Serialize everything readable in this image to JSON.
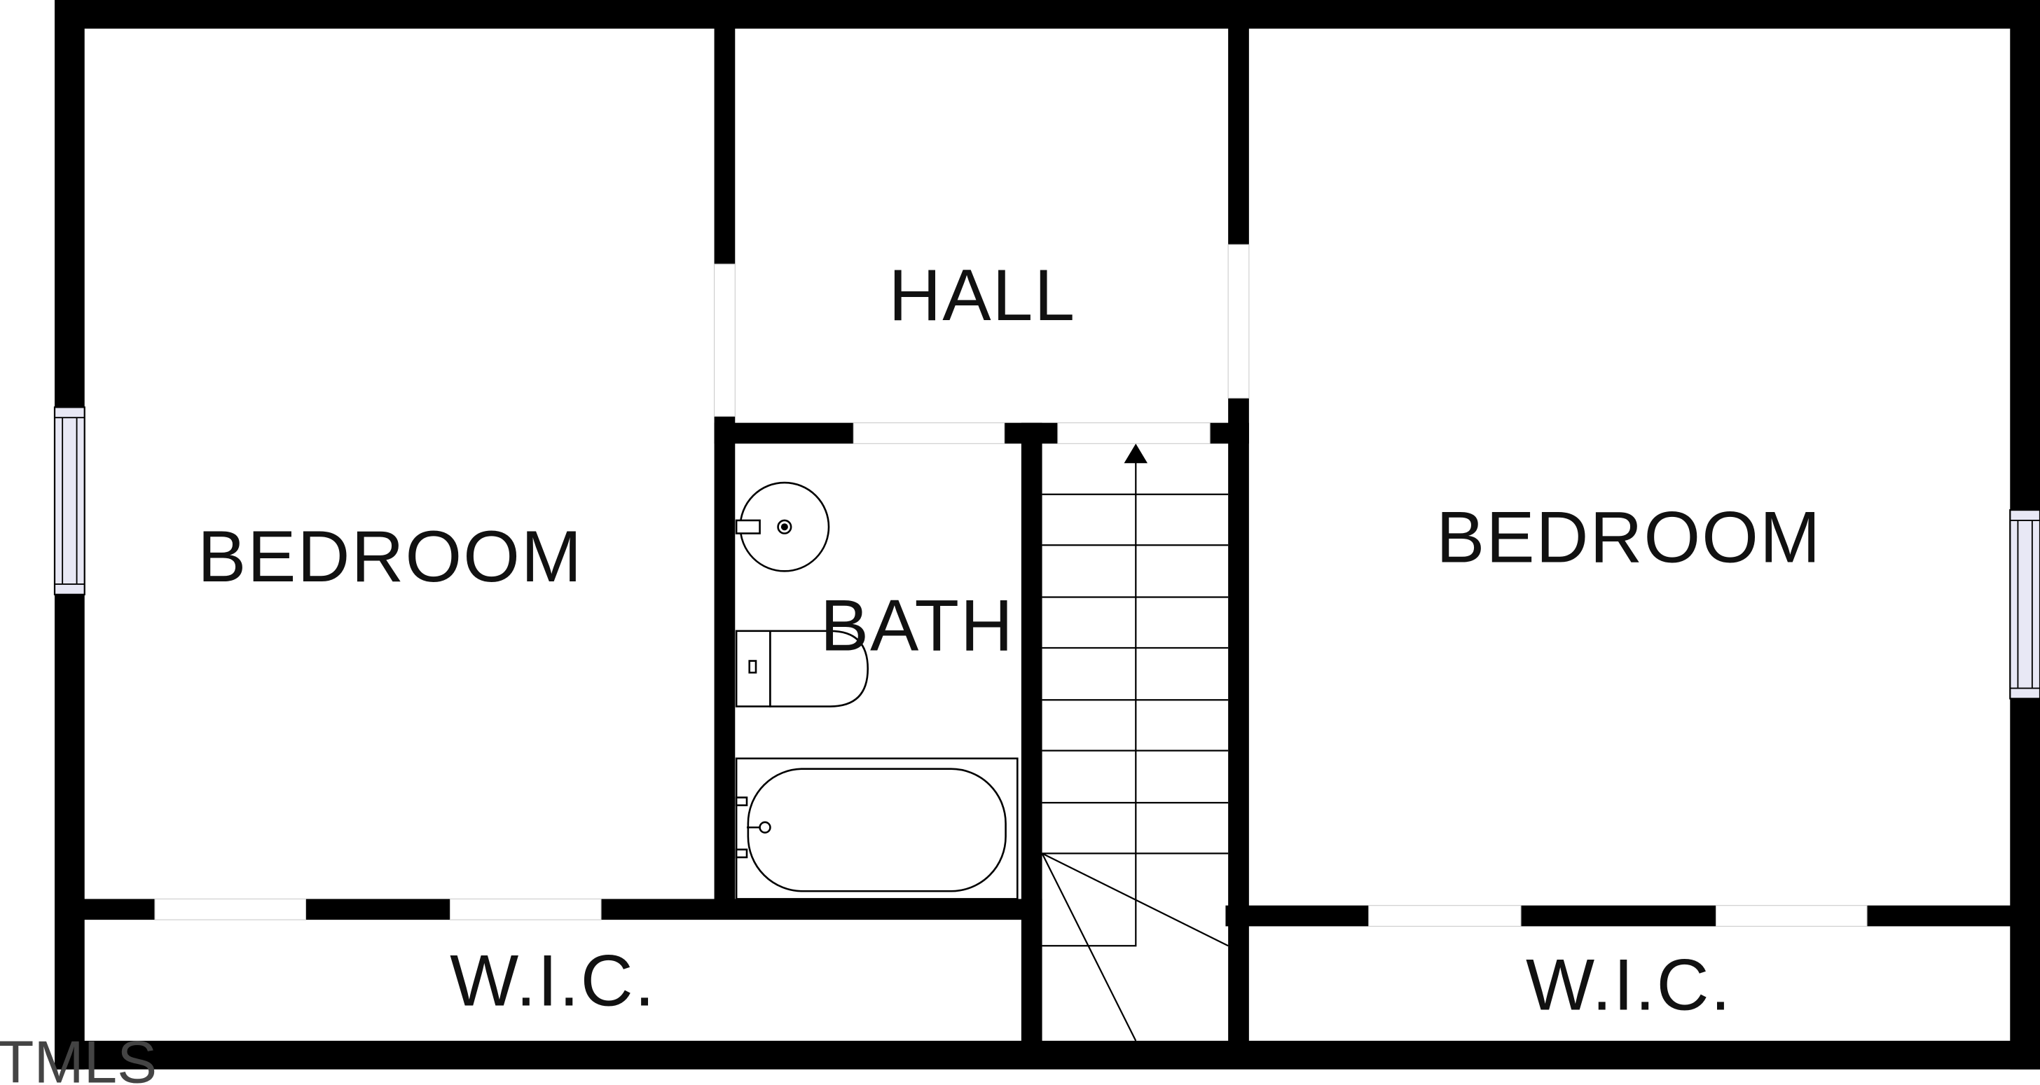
{
  "floor_plan": {
    "rooms": [
      {
        "id": "bedroom-left",
        "label": "BEDROOM"
      },
      {
        "id": "hall",
        "label": "HALL"
      },
      {
        "id": "bath",
        "label": "BATH"
      },
      {
        "id": "bedroom-right",
        "label": "BEDROOM"
      },
      {
        "id": "wic-left",
        "label": "W.I.C."
      },
      {
        "id": "wic-right",
        "label": "W.I.C."
      }
    ],
    "watermark": "TMLS"
  },
  "colors": {
    "wall": "#000000",
    "background": "#ffffff",
    "window_fill": "#e8e8f5"
  }
}
